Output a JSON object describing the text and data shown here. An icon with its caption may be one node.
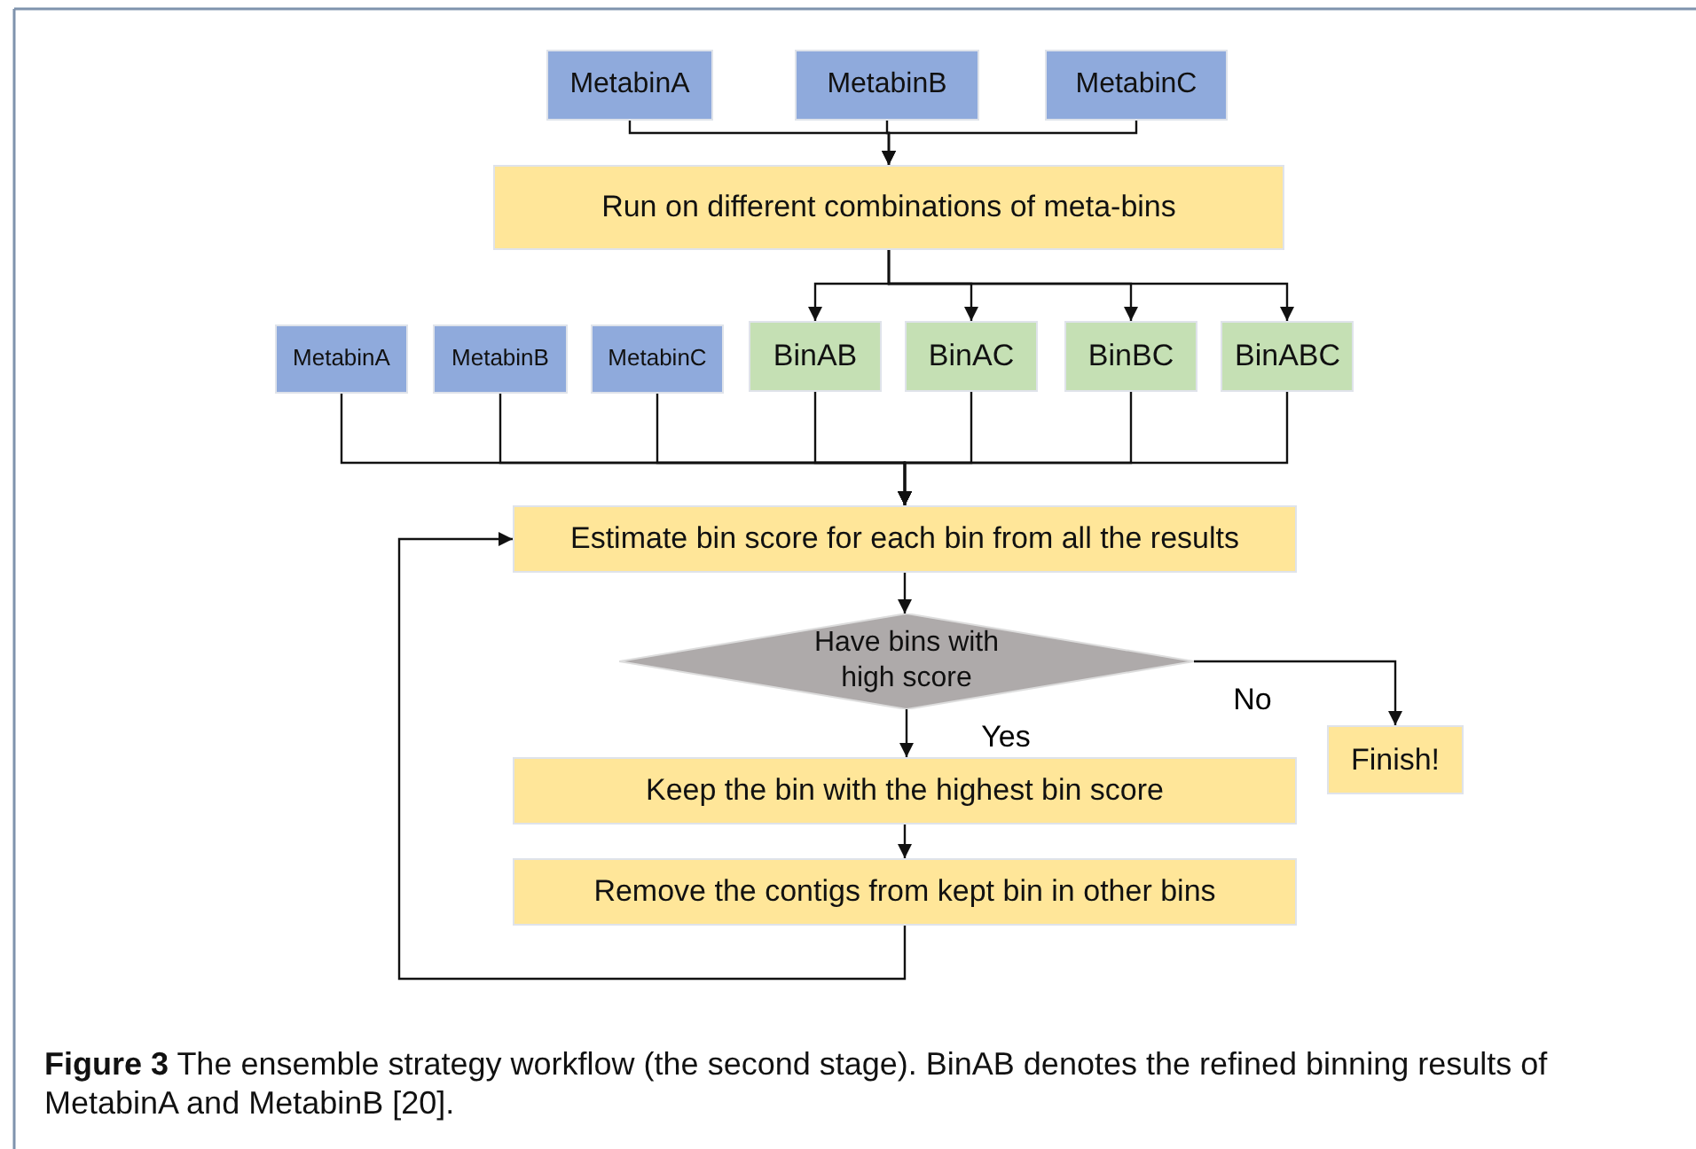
{
  "diagram": {
    "caption": "**Figure 3** The ensemble strategy workflow (the second stage). BinAB denotes the refined binning results of MetabinA and MetabinB [20].",
    "nodes": [
      {
        "text": [
          "MetabinA"
        ]
      },
      {
        "text": [
          "MetabinB"
        ]
      },
      {
        "text": [
          "MetabinC"
        ]
      },
      {
        "text": [
          "Run on different combinations of meta-bins"
        ]
      },
      {
        "text": [
          "MetabinA"
        ]
      },
      {
        "text": [
          "MetabinB"
        ]
      },
      {
        "text": [
          "MetabinC"
        ]
      },
      {
        "text": [
          "BinAB"
        ]
      },
      {
        "text": [
          "BinAC"
        ]
      },
      {
        "text": [
          "BinBC"
        ]
      },
      {
        "text": [
          "BinABC"
        ]
      },
      {
        "text": [
          "Estimate bin score for each bin from all the results"
        ]
      },
      {
        "text": [
          "Have bins with high score"
        ]
      },
      {
        "text": [
          "Keep the bin with the highest bin score"
        ]
      },
      {
        "text": [
          "Remove the contigs from kept bin in other bins"
        ]
      },
      {
        "text": [
          "Finish!"
        ]
      }
    ],
    "edges": [
      {
        "from": 0,
        "to": 3,
        "arrow": "to"
      },
      {
        "from": 1,
        "to": 3,
        "arrow": "to"
      },
      {
        "from": 2,
        "to": 3,
        "arrow": "to"
      },
      {
        "from": 3,
        "to": 7,
        "arrow": "to"
      },
      {
        "from": 3,
        "to": 8,
        "arrow": "to"
      },
      {
        "from": 3,
        "to": 9,
        "arrow": "to"
      },
      {
        "from": 3,
        "to": 10,
        "arrow": "to"
      },
      {
        "from": 4,
        "to": 11,
        "arrow": "to"
      },
      {
        "from": 5,
        "to": 11,
        "arrow": "to"
      },
      {
        "from": 6,
        "to": 11,
        "arrow": "to"
      },
      {
        "from": 7,
        "to": 11,
        "arrow": "to"
      },
      {
        "from": 8,
        "to": 11,
        "arrow": "to"
      },
      {
        "from": 9,
        "to": 11,
        "arrow": "to"
      },
      {
        "from": 10,
        "to": 11,
        "arrow": "to"
      },
      {
        "from": 11,
        "to": 12,
        "arrow": "to"
      },
      {
        "from": 12,
        "to": 13,
        "label": "Yes",
        "arrow": "to"
      },
      {
        "from": 12,
        "to": 15,
        "label": "No",
        "arrow": "to"
      },
      {
        "from": 13,
        "to": 14,
        "arrow": "to"
      },
      {
        "from": 14,
        "to": 11,
        "arrow": "to"
      }
    ]
  }
}
